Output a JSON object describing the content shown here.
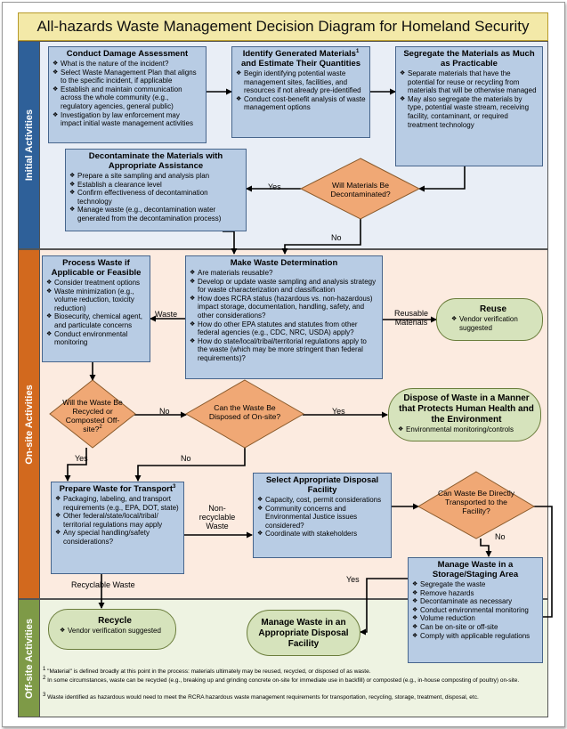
{
  "title": "All-hazards Waste Management Decision Diagram for Homeland Security Incidents",
  "lanes": {
    "initial": "Initial Activities",
    "onsite": "On-site Activities",
    "offsite": "Off-site Activities"
  },
  "boxes": {
    "damage": {
      "title": "Conduct Damage Assessment",
      "items": [
        "What is the nature of the incident?",
        "Select Waste Management Plan that aligns to the specific incident, if applicable",
        "Establish and maintain communication across the whole community (e.g., regulatory agencies, general public)",
        "Investigation by law enforcement may impact initial waste management activities"
      ]
    },
    "identify": {
      "title": "Identify Generated Materials",
      "title_sup": "1",
      "title2": "and Estimate Their Quantities",
      "items": [
        "Begin identifying potential waste management sites, facilities, and resources if not already pre-identified",
        "Conduct cost-benefit analysis of waste management options"
      ]
    },
    "segregate": {
      "title": "Segregate the Materials as Much as Practicable",
      "items": [
        "Separate materials that have the potential for reuse or recycling from materials that will be otherwise managed",
        "May also segregate the materials by type, potential waste stream, receiving facility, contaminant, or required treatment technology"
      ]
    },
    "decon": {
      "title": "Decontaminate the Materials with Appropriate Assistance",
      "items": [
        "Prepare a site sampling and analysis plan",
        "Establish a clearance level",
        "Confirm effectiveness of decontamination technology",
        "Manage waste (e.g., decontamination water generated from the decontamination process)"
      ]
    },
    "process": {
      "title": "Process Waste if Applicable or Feasible",
      "items": [
        "Consider treatment options",
        "Waste minimization (e.g., volume reduction, toxicity reduction)",
        "Biosecurity, chemical agent, and particulate concerns",
        "Conduct environmental monitoring"
      ]
    },
    "determine": {
      "title": "Make Waste Determination",
      "items": [
        "Are materials reusable?",
        "Develop or update waste sampling and analysis strategy for waste characterization and classification",
        "How does RCRA status (hazardous vs. non-hazardous) impact storage, documentation, handling, safety, and other considerations?",
        "How do other EPA statutes and statutes from other federal agencies (e.g., CDC, NRC, USDA) apply?",
        "How do state/local/tribal/territorial regulations apply to the waste (which may be more stringent than federal requirements)?"
      ]
    },
    "prepare": {
      "title": "Prepare Waste for Transport",
      "title_sup": "3",
      "items": [
        "Packaging, labeling, and transport requirements (e.g., EPA, DOT, state)",
        "Other federal/state/local/tribal/ territorial regulations may apply",
        "Any special handling/safety considerations?"
      ]
    },
    "select": {
      "title": "Select Appropriate Disposal Facility",
      "items": [
        "Capacity, cost, permit considerations",
        "Community concerns and Environmental Justice issues considered?",
        "Coordinate with stakeholders"
      ]
    },
    "storage": {
      "title": "Manage Waste in a Storage/Staging Area",
      "items": [
        "Segregate the waste",
        "Remove hazards",
        "Decontaminate as necessary",
        "Conduct environmental monitoring",
        "Volume reduction",
        "Can be on-site or off-site",
        "Comply with applicable regulations"
      ]
    }
  },
  "ovals": {
    "reuse": {
      "title": "Reuse",
      "items": [
        "Vendor verification suggested"
      ]
    },
    "dispose": {
      "title": "Dispose of Waste in a Manner that Protects Human Health and the Environment",
      "items": [
        "Environmental monitoring/controls"
      ]
    },
    "recycle": {
      "title": "Recycle",
      "items": [
        "Vendor verification suggested"
      ]
    },
    "disposal_facility": {
      "title": "Manage Waste in an Appropriate Disposal Facility"
    }
  },
  "decisions": {
    "decontaminated": "Will Materials Be Decontaminated?",
    "recycled": "Will the Waste Be Recycled or Composted Off-site?",
    "recycled_sup": "2",
    "onsite": "Can the Waste Be Disposed of On-site?",
    "transported": "Can Waste Be Directly Transported to the Facility?"
  },
  "labels": {
    "yes": "Yes",
    "no": "No",
    "waste": "Waste",
    "reusable_materials": "Reusable Materials",
    "non_recyclable_waste": "Non-recyclable Waste",
    "recyclable_waste": "Recyclable Waste"
  },
  "footnotes": [
    {
      "sup": "1",
      "text": "\"Material\" is defined broadly at this point in the process: materials ultimately may be reused, recycled, or disposed of as waste."
    },
    {
      "sup": "2",
      "text": "In some circumstances, waste can be recycled (e.g., breaking up and grinding concrete on-site for immediate use in backfill) or composted (e.g., in-house composting of poultry) on-site."
    },
    {
      "sup": "3",
      "text": "Waste identified as hazardous would need to meet the RCRA hazardous waste management requirements for transportation, recycling, storage, treatment, disposal, etc."
    }
  ],
  "colors": {
    "box_fill": "#b8cce4",
    "decision_fill": "#f0a875",
    "oval_fill": "#d6e3bc",
    "initial_bg": "#e9eef6",
    "onsite_bg": "#fcebe0",
    "offsite_bg": "#eef3e2",
    "initial_tab": "#2e6099",
    "onsite_tab": "#d2691e",
    "offsite_tab": "#7e9a47",
    "title_bg": "#f3e9a8"
  }
}
